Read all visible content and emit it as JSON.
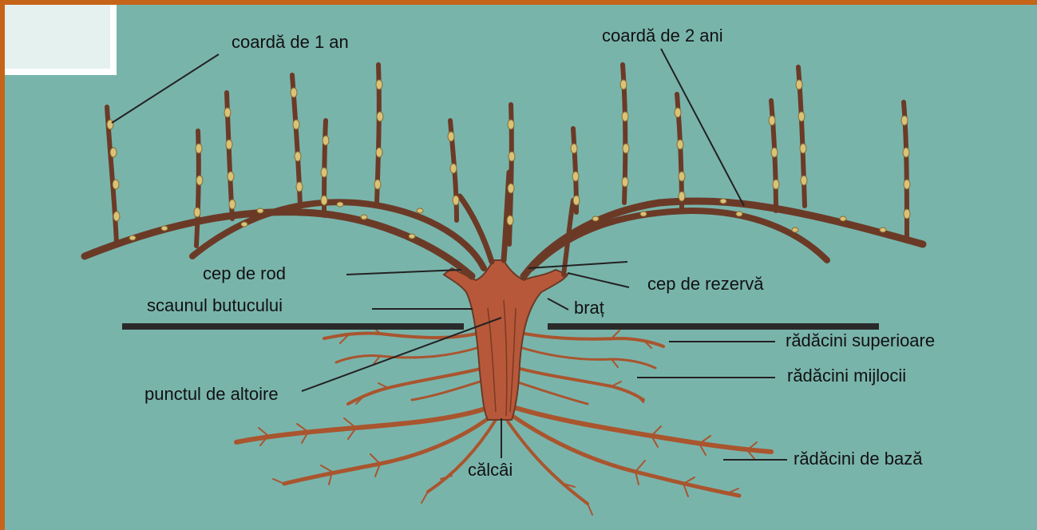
{
  "labels": {
    "coarda_1_an": "coardă de 1 an",
    "coarda_2_ani": "coardă de 2 ani",
    "cep_de_rod": "cep de rod",
    "cep_de_rezerva": "cep de rezervă",
    "scaunul_butucului": "scaunul butucului",
    "brat": "braț",
    "radacini_superioare": "rădăcini superioare",
    "radacini_mijlocii": "rădăcini mijlocii",
    "punctul_de_altoire": "punctul de altoire",
    "calcai": "călcâi",
    "radacini_de_baza": "rădăcini de bază"
  },
  "colors": {
    "border": "#c6641a",
    "background": "#79b4ab",
    "trunk": "#b8583a",
    "wood": "#6b3a26",
    "bud": "#d9c27a",
    "root": "#a9552e",
    "soil_line": "#2a2a2a"
  }
}
